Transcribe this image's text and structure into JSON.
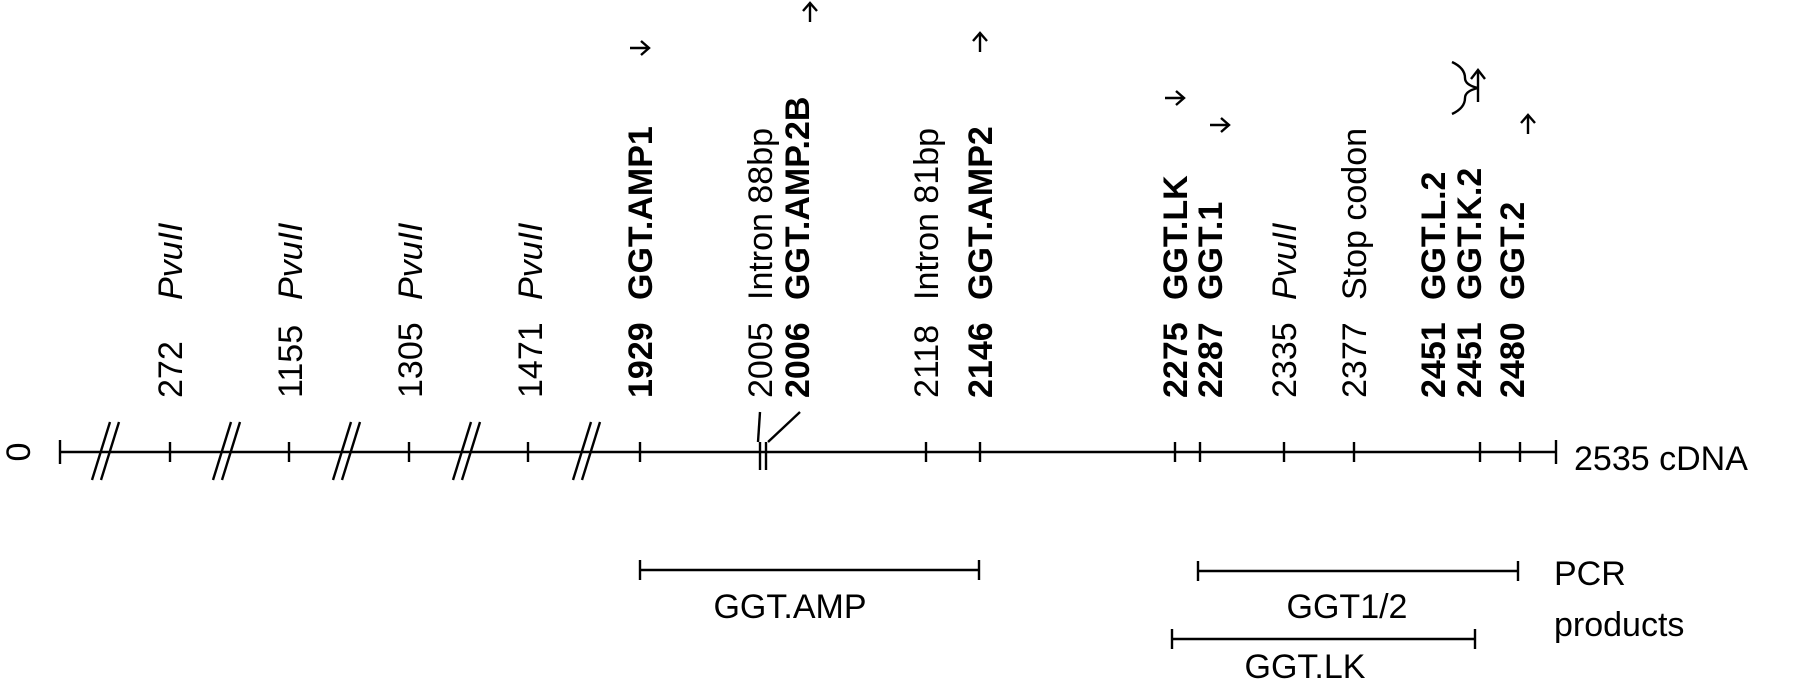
{
  "axis": {
    "start_label": "0",
    "end_label": "2535 cDNA"
  },
  "markers": [
    {
      "id": "m272",
      "position": "272",
      "name": "PvuII",
      "bold": false,
      "italic": true,
      "arrow": ""
    },
    {
      "id": "m1155",
      "position": "1155",
      "name": "PvuII",
      "bold": false,
      "italic": true,
      "arrow": ""
    },
    {
      "id": "m1305",
      "position": "1305",
      "name": "PvuII",
      "bold": false,
      "italic": true,
      "arrow": ""
    },
    {
      "id": "m1471",
      "position": "1471",
      "name": "PvuII",
      "bold": false,
      "italic": true,
      "arrow": ""
    },
    {
      "id": "m1929",
      "position": "1929",
      "name": "GGT.AMP1",
      "bold": true,
      "italic": false,
      "arrow": "forward"
    },
    {
      "id": "m2005",
      "position": "2005",
      "name": "Intron 88bp",
      "bold": false,
      "italic": false,
      "arrow": ""
    },
    {
      "id": "m2006",
      "position": "2006",
      "name": "GGT.AMP.2B",
      "bold": true,
      "italic": false,
      "arrow": "reverse"
    },
    {
      "id": "m2118",
      "position": "2118",
      "name": "Intron 81bp",
      "bold": false,
      "italic": false,
      "arrow": ""
    },
    {
      "id": "m2146",
      "position": "2146",
      "name": "GGT.AMP2",
      "bold": true,
      "italic": false,
      "arrow": "reverse"
    },
    {
      "id": "m2275",
      "position": "2275",
      "name": "GGT.LK",
      "bold": true,
      "italic": false,
      "arrow": "forward"
    },
    {
      "id": "m2287",
      "position": "2287",
      "name": "GGT.1",
      "bold": true,
      "italic": false,
      "arrow": "forward"
    },
    {
      "id": "m2335",
      "position": "2335",
      "name": "PvuII",
      "bold": false,
      "italic": true,
      "arrow": ""
    },
    {
      "id": "m2377",
      "position": "2377",
      "name": "Stop codon",
      "bold": false,
      "italic": false,
      "arrow": ""
    },
    {
      "id": "m2451a",
      "position": "2451",
      "name": "GGT.L.2",
      "bold": true,
      "italic": false,
      "arrow": ""
    },
    {
      "id": "m2451b",
      "position": "2451",
      "name": "GGT.K.2",
      "bold": true,
      "italic": false,
      "arrow": "reverse-brace"
    },
    {
      "id": "m2480",
      "position": "2480",
      "name": "GGT.2",
      "bold": true,
      "italic": false,
      "arrow": "reverse"
    }
  ],
  "pcr_products": [
    {
      "id": "ggt-amp",
      "label": "GGT.AMP"
    },
    {
      "id": "ggt-1-2",
      "label": "GGT1/2"
    },
    {
      "id": "ggt-lk",
      "label": "GGT.LK"
    }
  ],
  "pcr_caption": {
    "line1": "PCR",
    "line2": "products"
  }
}
